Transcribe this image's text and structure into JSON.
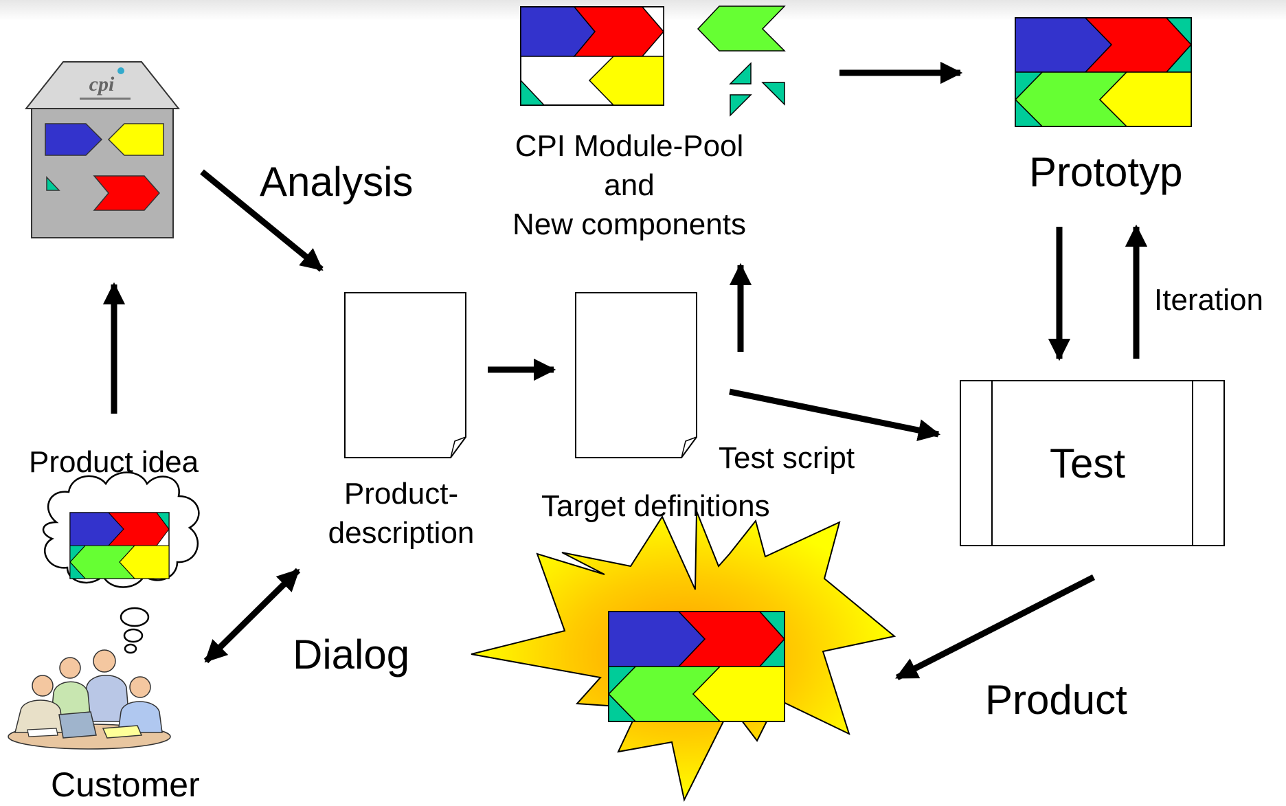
{
  "labels": {
    "analysis": "Analysis",
    "module_pool": [
      "CPI Module-Pool",
      "and",
      "New components"
    ],
    "prototyp": "Prototyp",
    "iteration": "Iteration",
    "product_idea": "Product idea",
    "product_description": [
      "Product-",
      "description"
    ],
    "target_definitions": "Target definitions",
    "test_script": "Test script",
    "test": "Test",
    "dialog": "Dialog",
    "product": "Product",
    "customer": "Customer"
  },
  "logo": {
    "text": "cpi"
  },
  "colors": {
    "blue": "#3333cc",
    "red": "#ff0000",
    "yellow": "#ffff00",
    "green": "#66ff33",
    "teal": "#00cc99",
    "house_gray": "#b3b3b3",
    "roof_gray": "#d9d9d9",
    "burst_outer": "#ffff00",
    "burst_inner": "#ffb000"
  }
}
